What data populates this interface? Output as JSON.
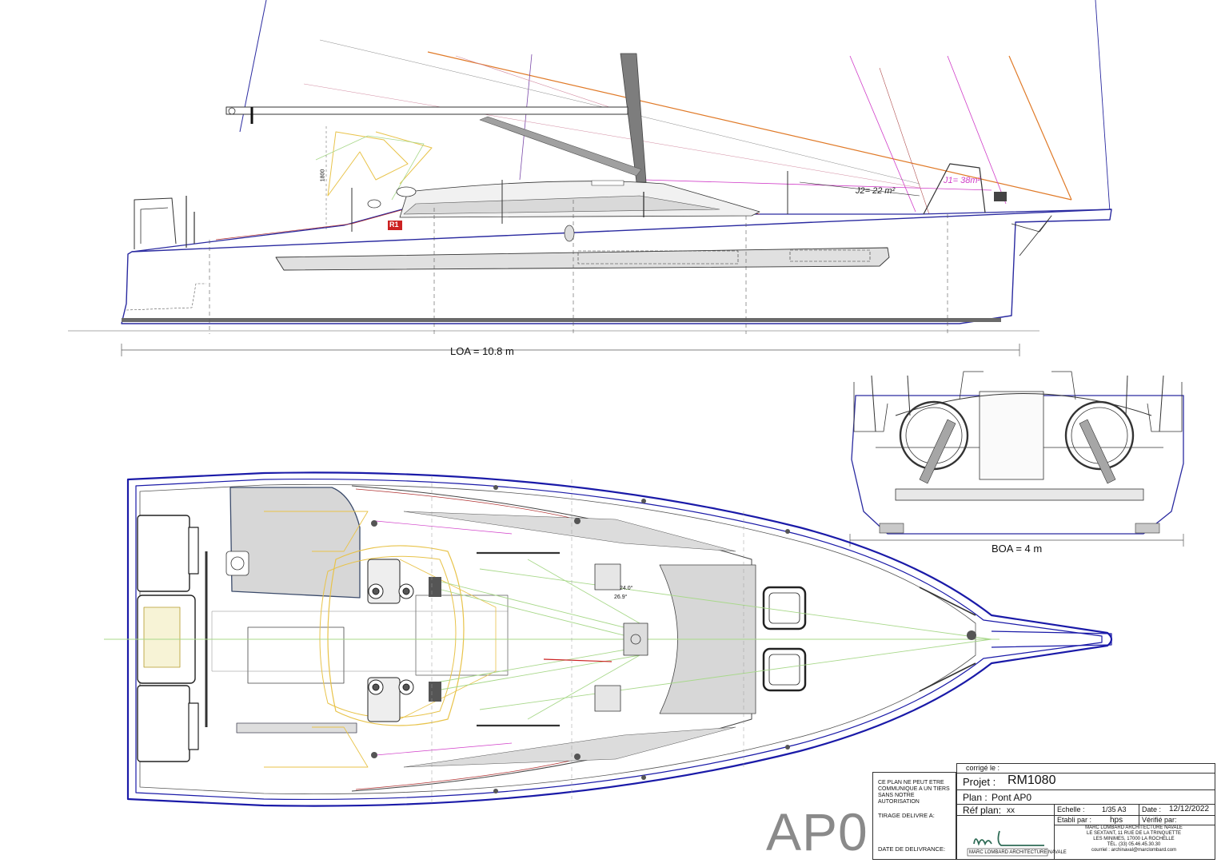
{
  "dimensions": {
    "loa": "LOA = 10.8 m",
    "boa": "BOA = 4 m",
    "height_mark": "1800"
  },
  "sail_labels": {
    "j1": "J1= 38m²",
    "j2": "J2= 22 m²"
  },
  "deck_angles": {
    "a1": "24.0°",
    "a2": "26.9°"
  },
  "logo_text": "R1",
  "plan_code": "AP0",
  "title_block": {
    "notice": "CE PLAN NE PEUT ETRE COMMUNIQUE A UN TIERS SANS NOTRE AUTORISATION",
    "tirage_label": "TIRAGE DELIVRE A:",
    "date_delivrance_label": "DATE DE DELIVRANCE:",
    "corrige_label": "corrigé le :",
    "projet_label": "Projet :",
    "projet_value": "RM1080",
    "plan_label": "Plan :",
    "plan_value": "Pont AP0",
    "ref_label": "Réf plan:",
    "ref_value": "xx",
    "echelle_label": "Echelle :",
    "echelle_value": "1/35 A3",
    "date_label": "Date :",
    "date_value": "12/12/2022",
    "etabli_label": "Etabli par :",
    "etabli_value": "hps",
    "verifie_label": "Vérifié par:",
    "firm_caption": "MARC LOMBARD ARCHITECTURE NAVALE",
    "address_lines": [
      "MARC LOMBARD ARCHITECTURE NAVALE",
      "LE SEXTANT, 11 RUE DE LA TRINQUETTE",
      "LES MINIMES, 17000 LA ROCHELLE",
      "tél. (33) 05.46.45.30.30",
      "courriel : archinaval@marclombard.com"
    ]
  },
  "colors": {
    "hull_blue": "#1a1aa8",
    "sheet_yellow": "#e8c34a",
    "sheet_green": "#a8d88a",
    "sail_pink": "#d03cc8",
    "stay_orange": "#e07a28",
    "deck_grey": "#d9d9d9",
    "dark_grey": "#6a6a6a"
  }
}
